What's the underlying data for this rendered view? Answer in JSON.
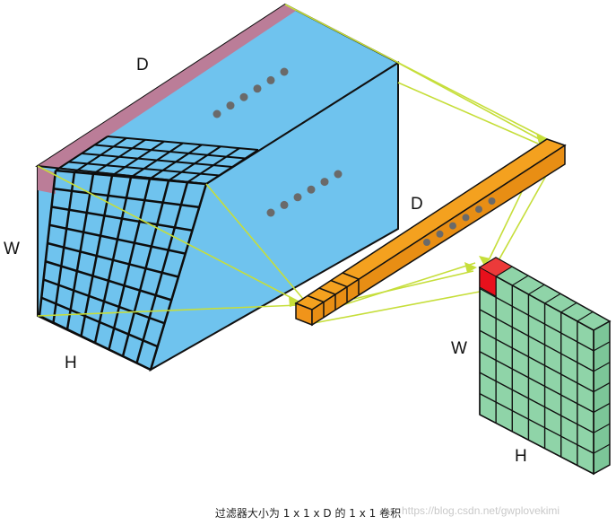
{
  "diagram": {
    "input_volume": {
      "label_depth": "D",
      "label_width": "W",
      "label_height": "H",
      "color": "#6fc3ee"
    },
    "filter": {
      "label_depth": "D",
      "color": "#f2991d"
    },
    "output_map": {
      "label_width": "W",
      "label_height": "H",
      "color": "#8fd4a8",
      "highlight_color": "#e8101c"
    },
    "connector_color": "#c6de3a",
    "dot_color": "#6a6a6a"
  },
  "caption": "过滤器大小为  1 x 1 x D 的 1 x 1 卷积",
  "watermark": "https://blog.csdn.net/gwplovekimi"
}
